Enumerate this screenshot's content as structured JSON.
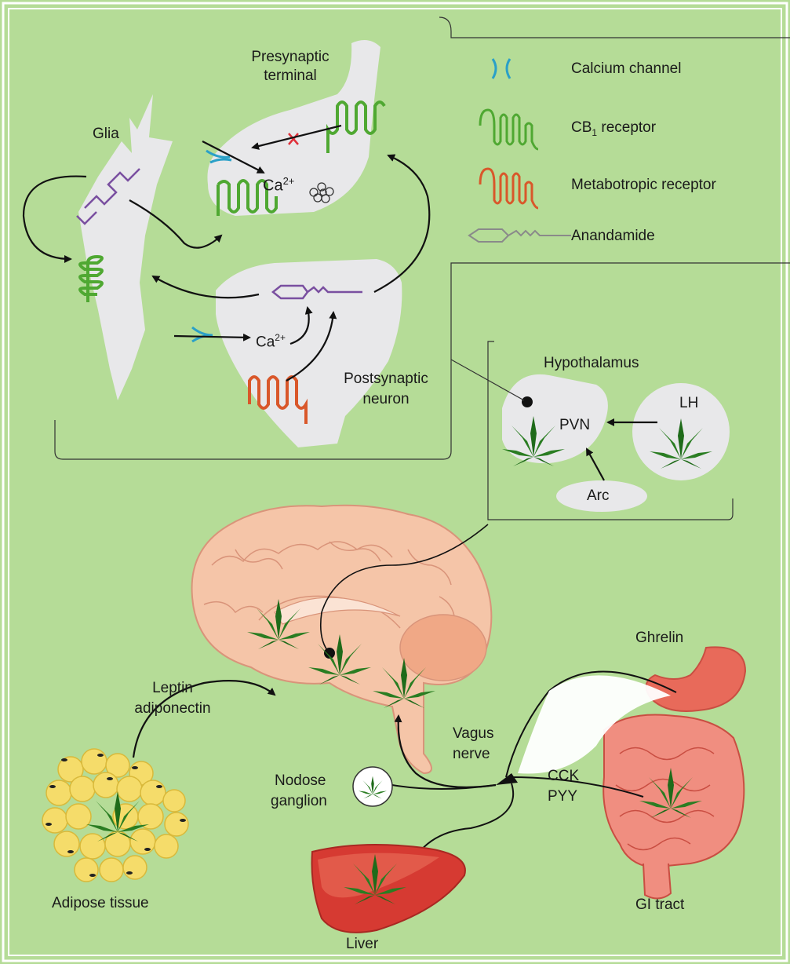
{
  "synapse": {
    "presynaptic": "Presynaptic",
    "terminal": "terminal",
    "glia": "Glia",
    "ca_pre": "Ca",
    "ca_post": "Ca",
    "ca_sup": "2+",
    "postsynaptic": "Postsynaptic",
    "neuron": "neuron"
  },
  "legend": {
    "calcium_channel": "Calcium channel",
    "cb_receptor_prefix": "CB",
    "cb_receptor_sub": "1",
    "cb_receptor_suffix": " receptor",
    "metabotropic": "Metabotropic receptor",
    "anandamide": "Anandamide",
    "colors": {
      "calcium_channel": "#2aa0c8",
      "cb1_receptor": "#4fa832",
      "metabotropic": "#d9572a",
      "anandamide": "#7a4fa0"
    }
  },
  "hypothalamus": {
    "title": "Hypothalamus",
    "pvn": "PVN",
    "lh": "LH",
    "arc": "Arc"
  },
  "body": {
    "ghrelin": "Ghrelin",
    "leptin": "Leptin",
    "adiponectin": "adiponectin",
    "vagus": "Vagus",
    "nerve": "nerve",
    "cck": "CCK",
    "pyy": "PYY",
    "nodose": "Nodose",
    "ganglion": "ganglion",
    "adipose": "Adipose tissue",
    "gi_tract": "GI tract",
    "liver": "Liver"
  }
}
